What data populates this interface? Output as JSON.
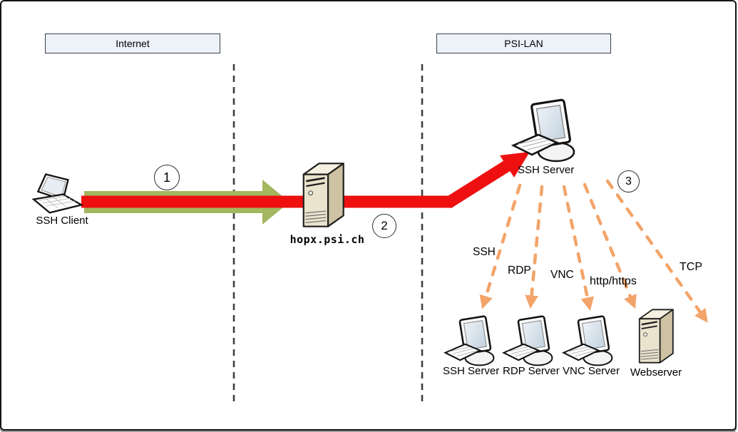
{
  "diagram": {
    "zones": {
      "internet": "Internet",
      "psi_lan": "PSI-LAN"
    },
    "steps": {
      "one": "1",
      "two": "2",
      "three": "3"
    },
    "nodes": {
      "ssh_client": "SSH Client",
      "jump_host": "hopx.psi.ch",
      "gateway_ssh_server": "SSH Server",
      "ssh_server": "SSH Server",
      "rdp_server": "RDP Server",
      "vnc_server": "VNC Server",
      "webserver": "Webserver"
    },
    "protocols": {
      "ssh": "SSH",
      "rdp": "RDP",
      "vnc": "VNC",
      "http": "http/https",
      "tcp": "TCP"
    },
    "colors": {
      "tunnel_stage1_green": "#a3b75f",
      "tunnel_stage2_red": "#ee1010",
      "protocol_fan_orange": "#f2a469",
      "zone_divider_gray": "#3f3f3f"
    }
  }
}
